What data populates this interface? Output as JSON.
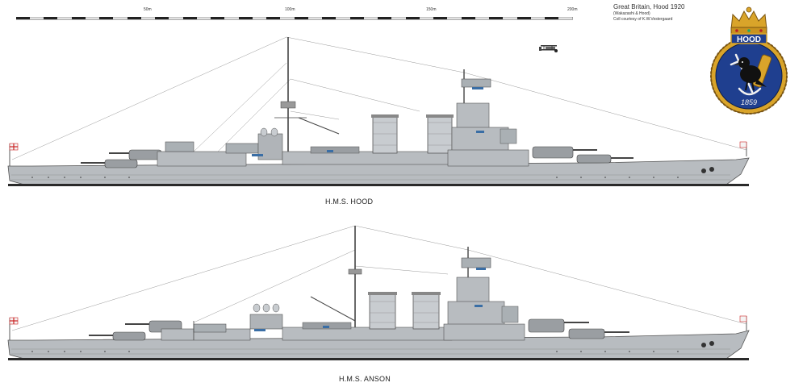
{
  "scale_bar": {
    "ticks": [
      "50m",
      "100m",
      "150m",
      "200m"
    ]
  },
  "credits": {
    "title": "Great Britain, Hood 1920",
    "subtitle": "(Wakazashi & Hood)",
    "courtesy": "Coll courtesy of K.W.Vestergaard"
  },
  "badge": {
    "name": "HOOD",
    "year": "1859"
  },
  "ships": [
    {
      "caption": "H.M.S. HOOD"
    },
    {
      "caption": "H.M.S. ANSON"
    }
  ],
  "colors": {
    "hull": "#b8bcc0",
    "deck": "#9a9ea2",
    "waterline": "#2a2a2a",
    "badge_blue": "#1f3f8f",
    "badge_gold": "#d9a42a"
  }
}
